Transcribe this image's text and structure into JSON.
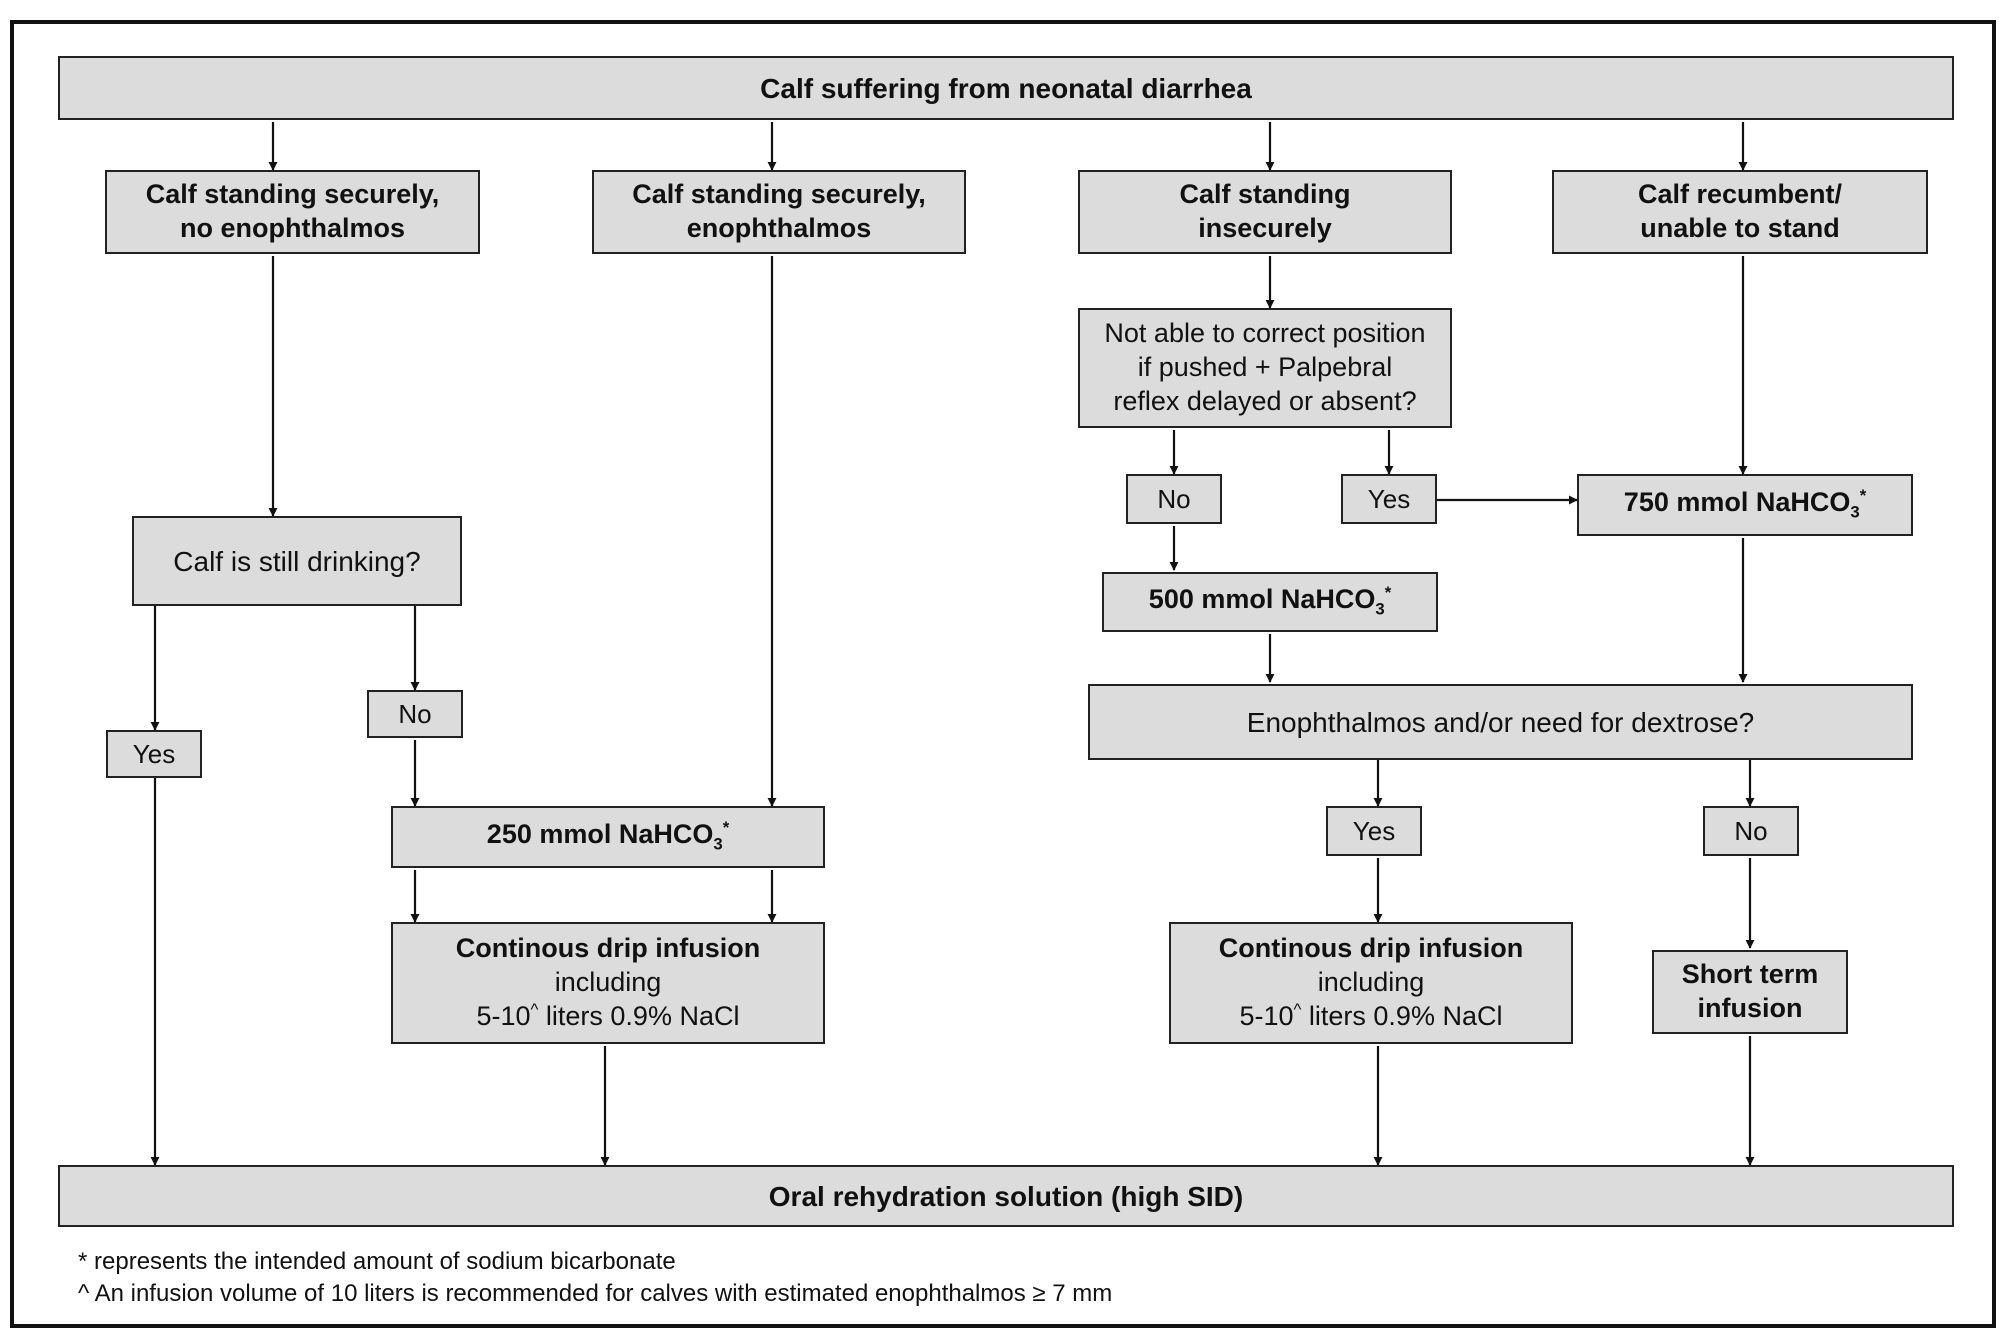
{
  "title": "Calf suffering from neonatal diarrhea",
  "category1": {
    "line1": "Calf standing securely,",
    "line2": "no enophthalmos"
  },
  "category2": {
    "line1": "Calf standing securely,",
    "line2": "enophthalmos"
  },
  "category3": {
    "line1": "Calf standing",
    "line2": "insecurely"
  },
  "category4": {
    "line1": "Calf recumbent/",
    "line2": "unable to stand"
  },
  "question_drinking": "Calf is still drinking?",
  "question_position": {
    "line1": "Not able to correct position",
    "line2": "if pushed + Palpebral",
    "line3": "reflex delayed or absent?"
  },
  "question_dextrose": "Enophthalmos and/or need for dextrose?",
  "answers": {
    "yes": "Yes",
    "no": "No"
  },
  "dose_250": {
    "main": "250 mmol NaHCO",
    "sub": "3",
    "sup": "*"
  },
  "dose_500": {
    "main": "500 mmol NaHCO",
    "sub": "3",
    "sup": "*"
  },
  "dose_750": {
    "main": "750 mmol NaHCO",
    "sub": "3",
    "sup": "*"
  },
  "drip": {
    "title": "Continous drip infusion",
    "line2": "including",
    "line3_pre": "5-10",
    "line3_sup": "^",
    "line3_post": " liters 0.9% NaCl"
  },
  "short_term": {
    "line1": "Short term",
    "line2": "infusion"
  },
  "final": "Oral rehydration solution (high SID)",
  "footnotes": {
    "note1": "* represents the intended amount of sodium bicarbonate",
    "note2": "^ An infusion volume of 10 liters is recommended for calves with estimated enophthalmos ≥ 7 mm"
  }
}
